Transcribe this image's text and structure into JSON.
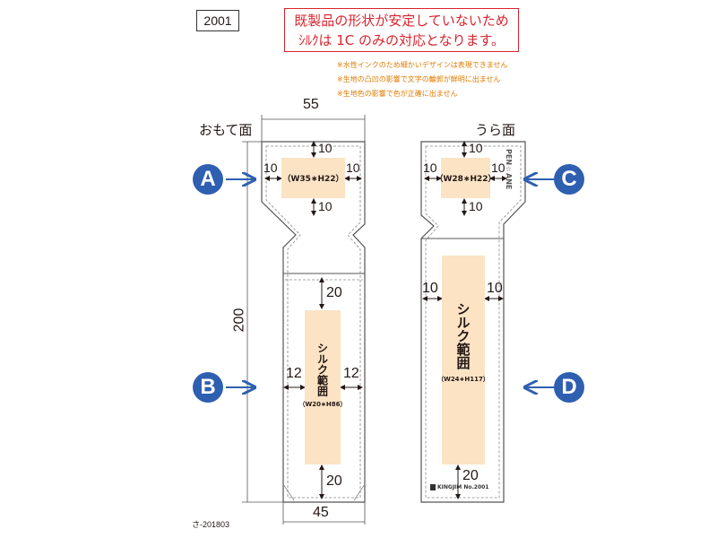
{
  "product_code": "2001",
  "notice": {
    "line1": "既製品の形状が安定していないため",
    "line2": "ｼﾙｸは 1C のみの対応となります。"
  },
  "notes": [
    "※水性インクのため細かいデザインは表現できません",
    "※生地の凸凹の影響で文字の輪郭が鮮明に出ません",
    "※生地色の影響で色が正確に出ません"
  ],
  "front": {
    "label": "おもて面",
    "width_top": "55",
    "width_bottom": "45",
    "height": "200",
    "area_a": {
      "size": "（W35∗H22）",
      "margin_top": "10",
      "margin_bottom": "10",
      "margin_left": "10",
      "margin_right": "10"
    },
    "area_b": {
      "title": "シルク範囲",
      "size": "（W20∗H86）",
      "margin_top": "20",
      "margin_bottom": "20",
      "margin_left": "12",
      "margin_right": "12"
    }
  },
  "back": {
    "label": "うら面",
    "area_c": {
      "size": "（W28∗H22）",
      "margin_top": "10",
      "margin_bottom": "10",
      "margin_left": "10",
      "margin_right": "10"
    },
    "area_d": {
      "title": "シルク範囲",
      "size": "（W24∗H117）",
      "margin_left": "10",
      "margin_right": "10",
      "margin_bottom": "20"
    },
    "tag_text": "PEN☆ANE",
    "bottom_tag": "KINGJIM  No.2001"
  },
  "markers": {
    "a": "A",
    "b": "B",
    "c": "C",
    "d": "D"
  },
  "footer_code": "さ-201803",
  "colors": {
    "marker": "#2f5fb0",
    "area": "#fbe3c4",
    "notice": "#d9232d",
    "notes": "#e07b00"
  }
}
